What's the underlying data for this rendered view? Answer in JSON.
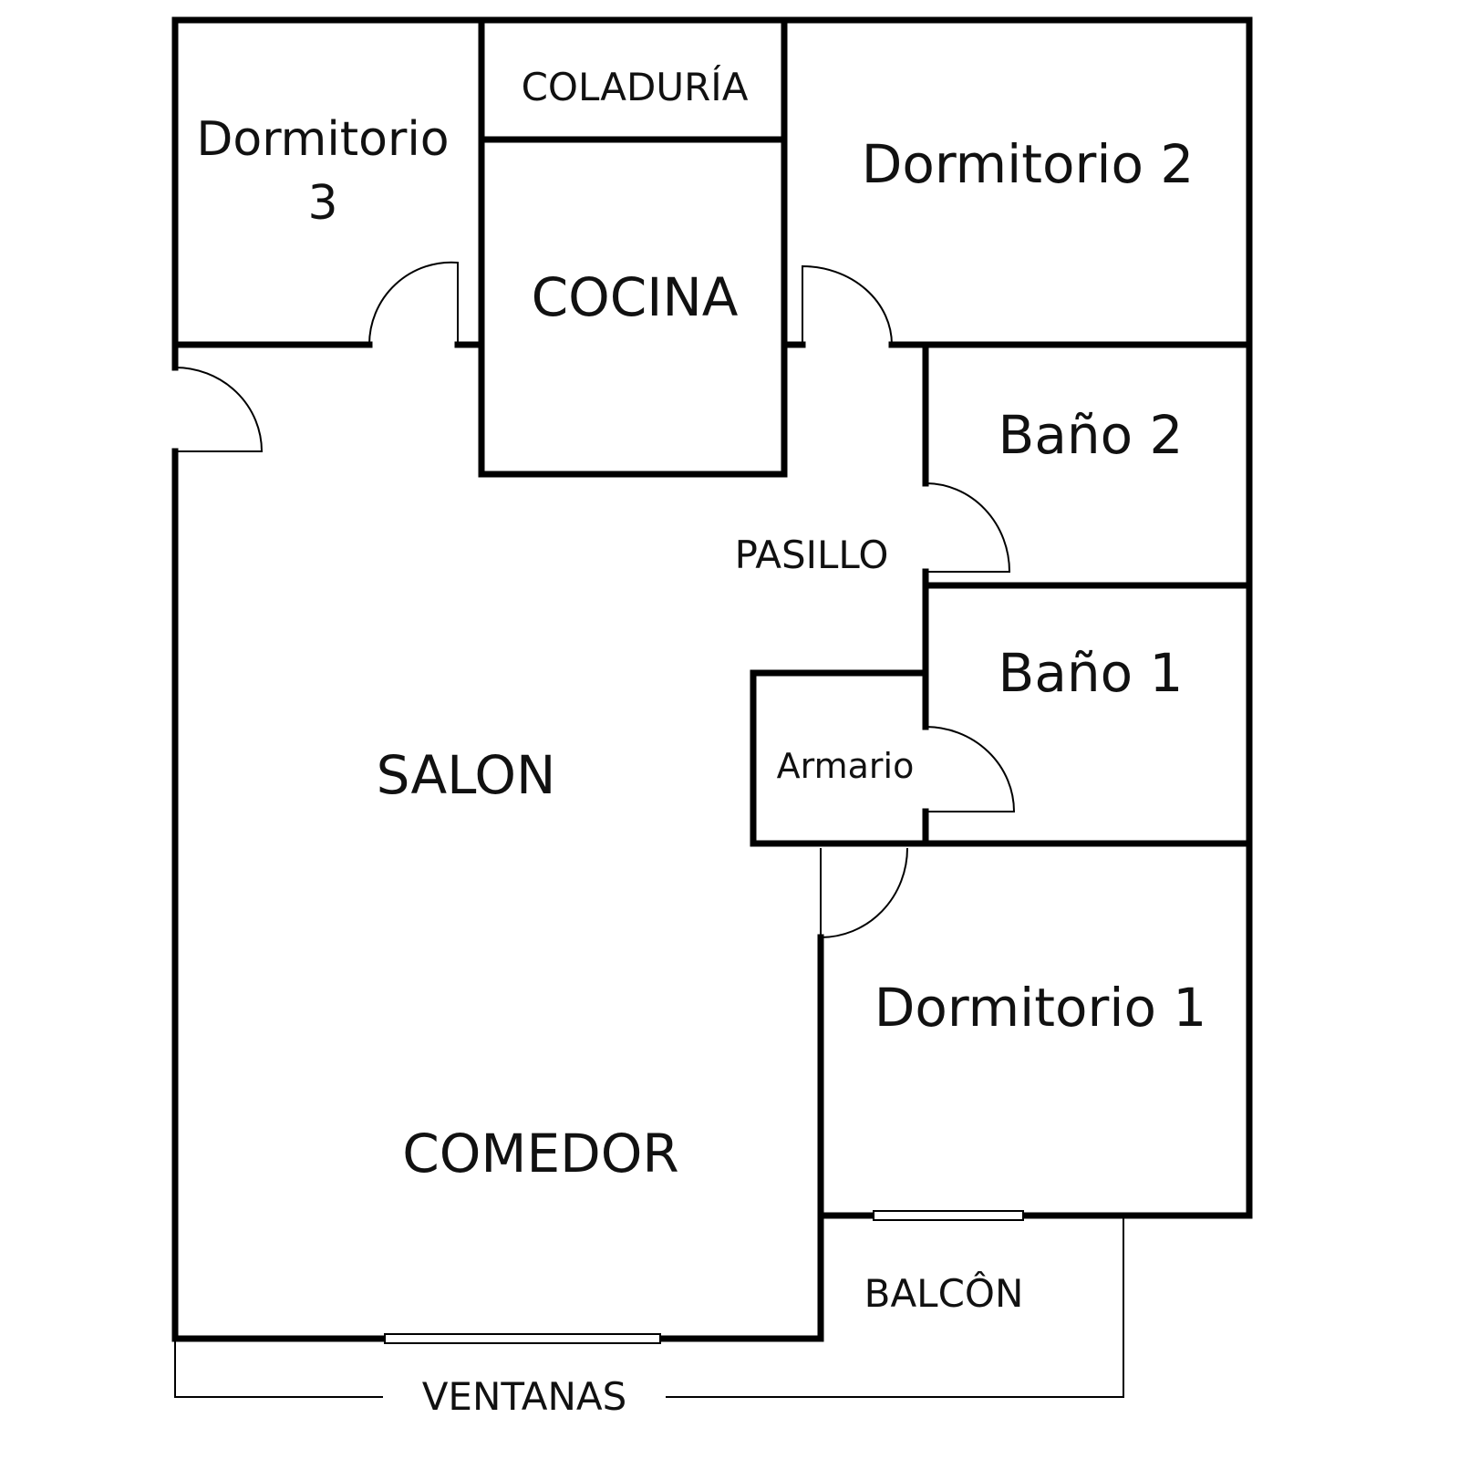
{
  "plan": {
    "rooms": {
      "dormitorio3_line1": "Dormitorio",
      "dormitorio3_line2": "3",
      "coladuria": "COLADURÍA",
      "cocina": "COCINA",
      "dormitorio2": "Dormitorio 2",
      "bano2": "Baño 2",
      "pasillo": "PASILLO",
      "bano1": "Baño 1",
      "armario": "Armario",
      "salon": "SALON",
      "comedor": "COMEDOR",
      "dormitorio1": "Dormitorio 1",
      "balcon": "BALCÔN",
      "ventanas": "VENTANAS"
    },
    "colors": {
      "wall": "#000000",
      "background": "#ffffff"
    }
  }
}
